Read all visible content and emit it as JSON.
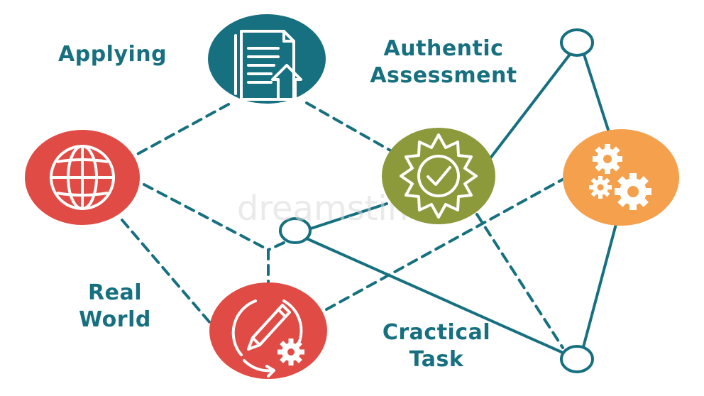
{
  "colors": {
    "teal": "#17707f",
    "red": "#e04b45",
    "olive": "#8c9a3c",
    "orange": "#f5a04c",
    "background": "#ffffff"
  },
  "labels": {
    "applying": "Applying",
    "authentic_line1": "Authentic",
    "authentic_line2": "Assessment",
    "real_line1": "Real",
    "real_line2": "World",
    "practical_line1": "Cractical",
    "practical_line2": "Task"
  },
  "nodes": [
    {
      "id": "document",
      "icon": "document-upload-icon",
      "color": "#17707f"
    },
    {
      "id": "globe",
      "icon": "globe-icon",
      "color": "#e04b45"
    },
    {
      "id": "badge",
      "icon": "check-badge-icon",
      "color": "#8c9a3c"
    },
    {
      "id": "gears",
      "icon": "gears-icon",
      "color": "#f5a04c"
    },
    {
      "id": "pencil",
      "icon": "pencil-gear-cycle-icon",
      "color": "#e04b45"
    }
  ],
  "watermark": "dreamstime"
}
